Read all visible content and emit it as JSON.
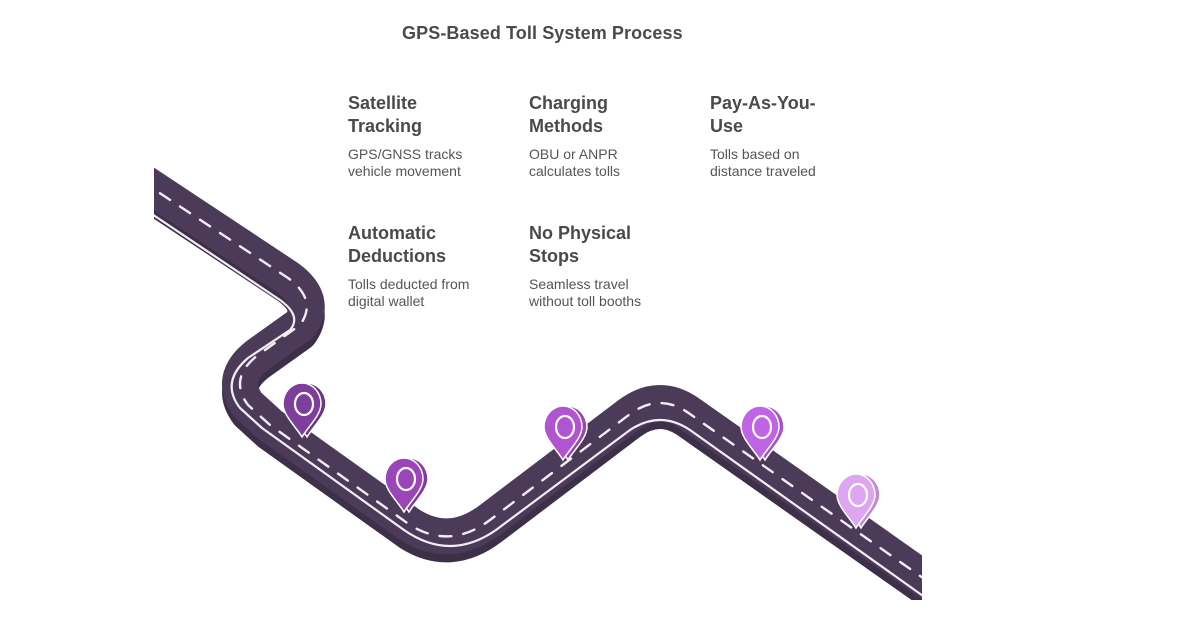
{
  "title": "GPS-Based Toll System Process",
  "items": [
    {
      "heading_line1": "Satellite",
      "heading_line2": "Tracking",
      "desc_line1": "GPS/GNSS tracks",
      "desc_line2": "vehicle movement"
    },
    {
      "heading_line1": "Charging",
      "heading_line2": "Methods",
      "desc_line1": "OBU or ANPR",
      "desc_line2": "calculates tolls"
    },
    {
      "heading_line1": "Pay-As-You-",
      "heading_line2": "Use",
      "desc_line1": "Tolls based on",
      "desc_line2": "distance traveled"
    },
    {
      "heading_line1": "Automatic",
      "heading_line2": "Deductions",
      "desc_line1": "Tolls deducted from",
      "desc_line2": "digital wallet"
    },
    {
      "heading_line1": "No Physical",
      "heading_line2": "Stops",
      "desc_line1": "Seamless travel",
      "desc_line2": "without toll booths"
    }
  ],
  "colors": {
    "road": "#4b3b58",
    "road_lines": "#f3eef6",
    "pins": [
      "#7d3f9b",
      "#9a46b8",
      "#b054d2",
      "#c064e6",
      "#dea6f2"
    ]
  },
  "icons": {
    "milestone": "map-pin-icon"
  }
}
